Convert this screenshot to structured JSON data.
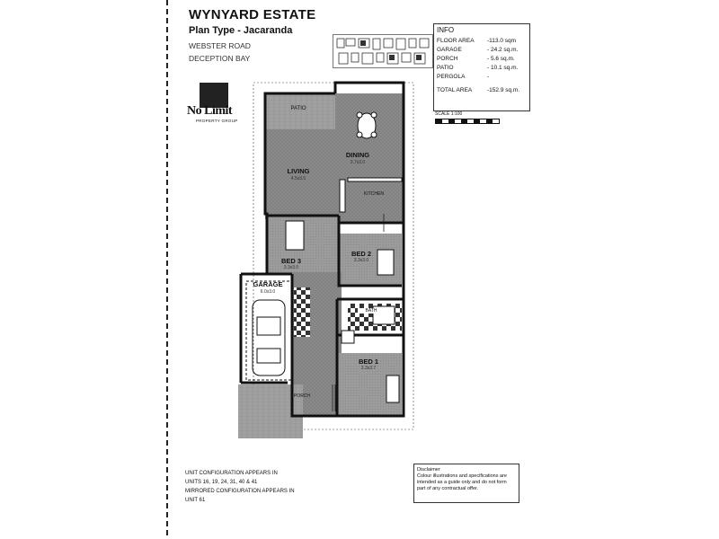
{
  "header": {
    "estate": "WYNYARD ESTATE",
    "plan_type": "Plan Type - Jacaranda",
    "road": "WEBSTER ROAD",
    "suburb": "DECEPTION BAY"
  },
  "logo": {
    "name": "No Limit",
    "subtitle": "PROPERTY GROUP"
  },
  "info": {
    "title": "INFO",
    "rows": [
      {
        "label": "FLOOR AREA",
        "value": "-113.0 sqm"
      },
      {
        "label": "GARAGE",
        "value": "- 24.2 sq.m."
      },
      {
        "label": "PORCH",
        "value": "- 5.6 sq.m."
      },
      {
        "label": "PATIO",
        "value": "- 10.1 sq.m."
      },
      {
        "label": "PERGOLA",
        "value": "-"
      }
    ],
    "total_label": "TOTAL AREA",
    "total_value": "-152.9 sq.m."
  },
  "scale": {
    "label": "SCALE 1:100"
  },
  "rooms": {
    "patio": "PATIO",
    "living": "LIVING",
    "living_dim": "4.5x3.5",
    "dining": "DINING",
    "dining_dim": "3.7x3.0",
    "kitchen": "KITCHEN",
    "bed3": "BED 3",
    "bed3_dim": "3.3x3.0",
    "bed2": "BED 2",
    "bed2_dim": "3.3x3.0",
    "garage": "GARAGE",
    "garage_dim": "6.0x3.0",
    "bath": "BATH",
    "bed1": "BED 1",
    "bed1_dim": "3.3x3.7",
    "porch": "PORCH"
  },
  "units": {
    "line1": "UNIT CONFIGURATION APPEARS IN",
    "line2": "UNITS 16, 19, 24, 31, 40 & 41",
    "line3": "MIRRORED CONFIGURATION APPEARS IN",
    "line4": "UNIT 61"
  },
  "disclaimer": {
    "title": "Disclaimer",
    "body": "Colour illustrations and specifications are intended as a guide only and do not form part of any contractual offer."
  }
}
